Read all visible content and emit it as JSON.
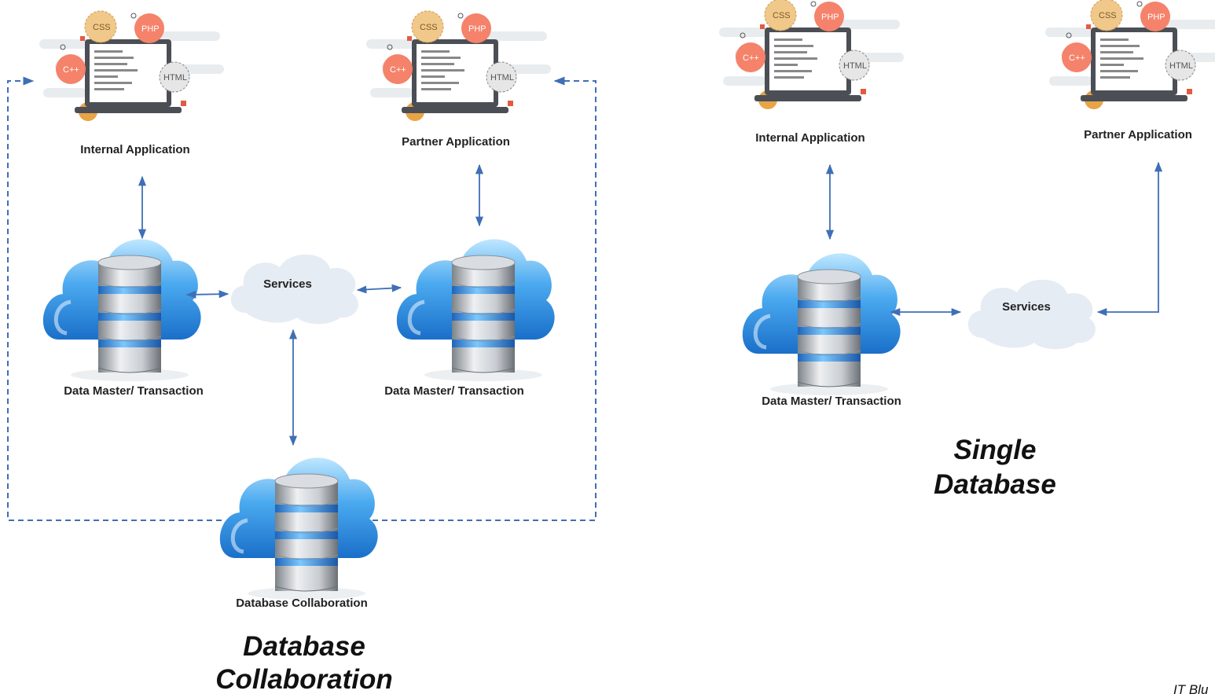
{
  "left_diagram": {
    "title_line1": "Database",
    "title_line2": "Collaboration",
    "internal_app": "Internal Application",
    "partner_app": "Partner Application",
    "db_left": "Data Master/ Transaction",
    "db_right": "Data Master/ Transaction",
    "services": "Services",
    "db_bottom": "Database Collaboration"
  },
  "right_diagram": {
    "title_line1": "Single",
    "title_line2": "Database",
    "internal_app": "Internal Application",
    "partner_app": "Partner Application",
    "db": "Data Master/ Transaction",
    "services": "Services"
  },
  "app_illustration": {
    "bubbles": [
      "CSS",
      "PHP",
      "C++",
      "HTML"
    ]
  },
  "footer": "IT Blu",
  "colors": {
    "arrow": "#3f6fb5",
    "cloud_blue": "#2f8fe0",
    "services_cloud": "#e3e9f1",
    "bubble_orange": "#f5826a",
    "bubble_yellow": "#f0c88a"
  }
}
